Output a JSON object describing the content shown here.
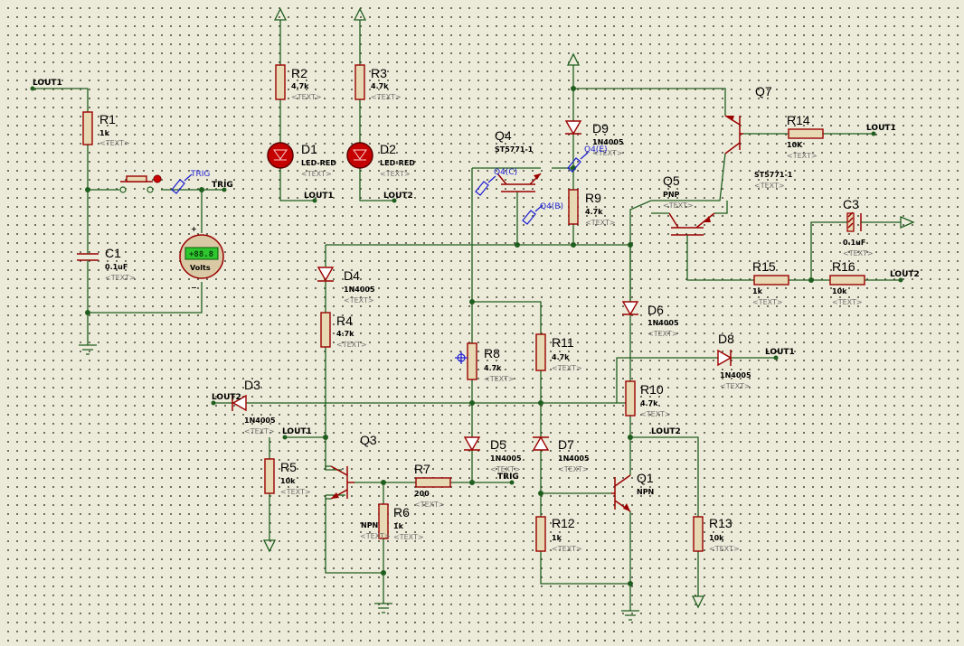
{
  "components": {
    "R1": {
      "ref": "R1",
      "value": "1k",
      "text": "<TEXT>"
    },
    "R2": {
      "ref": "R2",
      "value": "4.7k",
      "text": "<TEXT>"
    },
    "R3": {
      "ref": "R3",
      "value": "4.7k",
      "text": "<TEXT>"
    },
    "R4": {
      "ref": "R4",
      "value": "4.7k",
      "text": "<TEXT>"
    },
    "R5": {
      "ref": "R5",
      "value": "10k",
      "text": "<TEXT>"
    },
    "R6": {
      "ref": "R6",
      "value": "1k",
      "text": "<TEXT>"
    },
    "R7": {
      "ref": "R7",
      "value": "200",
      "text": "<TEXT>"
    },
    "R8": {
      "ref": "R8",
      "value": "4.7k",
      "text": "<TEXT>"
    },
    "R9": {
      "ref": "R9",
      "value": "4.7k",
      "text": "<TEXT>"
    },
    "R10": {
      "ref": "R10",
      "value": "4.7k",
      "text": "<TEXT>"
    },
    "R11": {
      "ref": "R11",
      "value": "4.7k",
      "text": "<TEXT>"
    },
    "R12": {
      "ref": "R12",
      "value": "1k",
      "text": "<TEXT>"
    },
    "R13": {
      "ref": "R13",
      "value": "10k",
      "text": "<TEXT>"
    },
    "R14": {
      "ref": "R14",
      "value": "10K",
      "text": "<TEXT>"
    },
    "R15": {
      "ref": "R15",
      "value": "1k",
      "text": "<TEXT>"
    },
    "R16": {
      "ref": "R16",
      "value": "10k",
      "text": "<TEXT>"
    },
    "C1": {
      "ref": "C1",
      "value": "0.1uF",
      "text": "<TEXT>"
    },
    "C3": {
      "ref": "C3",
      "value": "0.1uF",
      "text": "<TEXT>"
    },
    "D1": {
      "ref": "D1",
      "value": "LED-RED",
      "text": "<TEXT>"
    },
    "D2": {
      "ref": "D2",
      "value": "LED-RED",
      "text": "<TEXT>"
    },
    "D3": {
      "ref": "D3",
      "value": "1N4005",
      "text": "<TEXT>"
    },
    "D4": {
      "ref": "D4",
      "value": "1N4005",
      "text": "<TEXT>"
    },
    "D5": {
      "ref": "D5",
      "value": "1N4005",
      "text": "<TEXT>"
    },
    "D6": {
      "ref": "D6",
      "value": "1N4005",
      "text": "<TEXT>"
    },
    "D7": {
      "ref": "D7",
      "value": "1N4005",
      "text": "<TEXT>"
    },
    "D8": {
      "ref": "D8",
      "value": "1N4005",
      "text": "<TEXT>"
    },
    "D9": {
      "ref": "D9",
      "value": "1N4005",
      "text": "<TEXT>"
    },
    "Q1": {
      "ref": "Q1",
      "value": "NPN",
      "text": ""
    },
    "Q3": {
      "ref": "Q3",
      "value": "NPN",
      "text": "<TEXT>"
    },
    "Q4": {
      "ref": "Q4",
      "value": "ST5771-1",
      "text": ""
    },
    "Q5": {
      "ref": "Q5",
      "value": "PNP",
      "text": "<TEXT>"
    },
    "Q7": {
      "ref": "Q7",
      "value": "ST5771-1",
      "text": "<TEXT>"
    }
  },
  "net_labels": {
    "lout1_top": "LOUT1",
    "trig_left": "TRIG",
    "lout1_d1": "LOUT1",
    "lout2_d2": "LOUT2",
    "lout1_r14": "LOUT1",
    "lout2_r16": "LOUT2",
    "lout2_d3": "LOUT2",
    "lout1_q3": "LOUT1",
    "trig_r7": "TRIG",
    "lout1_d8": "LOUT1",
    "lout2_r13": "LOUT2"
  },
  "probes": {
    "trig": "TRIG",
    "q4c": "Q4(C)",
    "q4e": "Q4(E)",
    "q4b": "Q4(B)"
  },
  "voltmeter": {
    "display": "+88.8",
    "unit": "Volts",
    "plus": "+",
    "minus": "−"
  },
  "colors": {
    "background": "#ecebd9",
    "wire": "#1f5e1f",
    "component": "#9a0000",
    "resistor_fill": "#e7d9b3",
    "probe": "#1d1dd6",
    "led": "#c40000",
    "meter_display": "#2fc72f"
  }
}
